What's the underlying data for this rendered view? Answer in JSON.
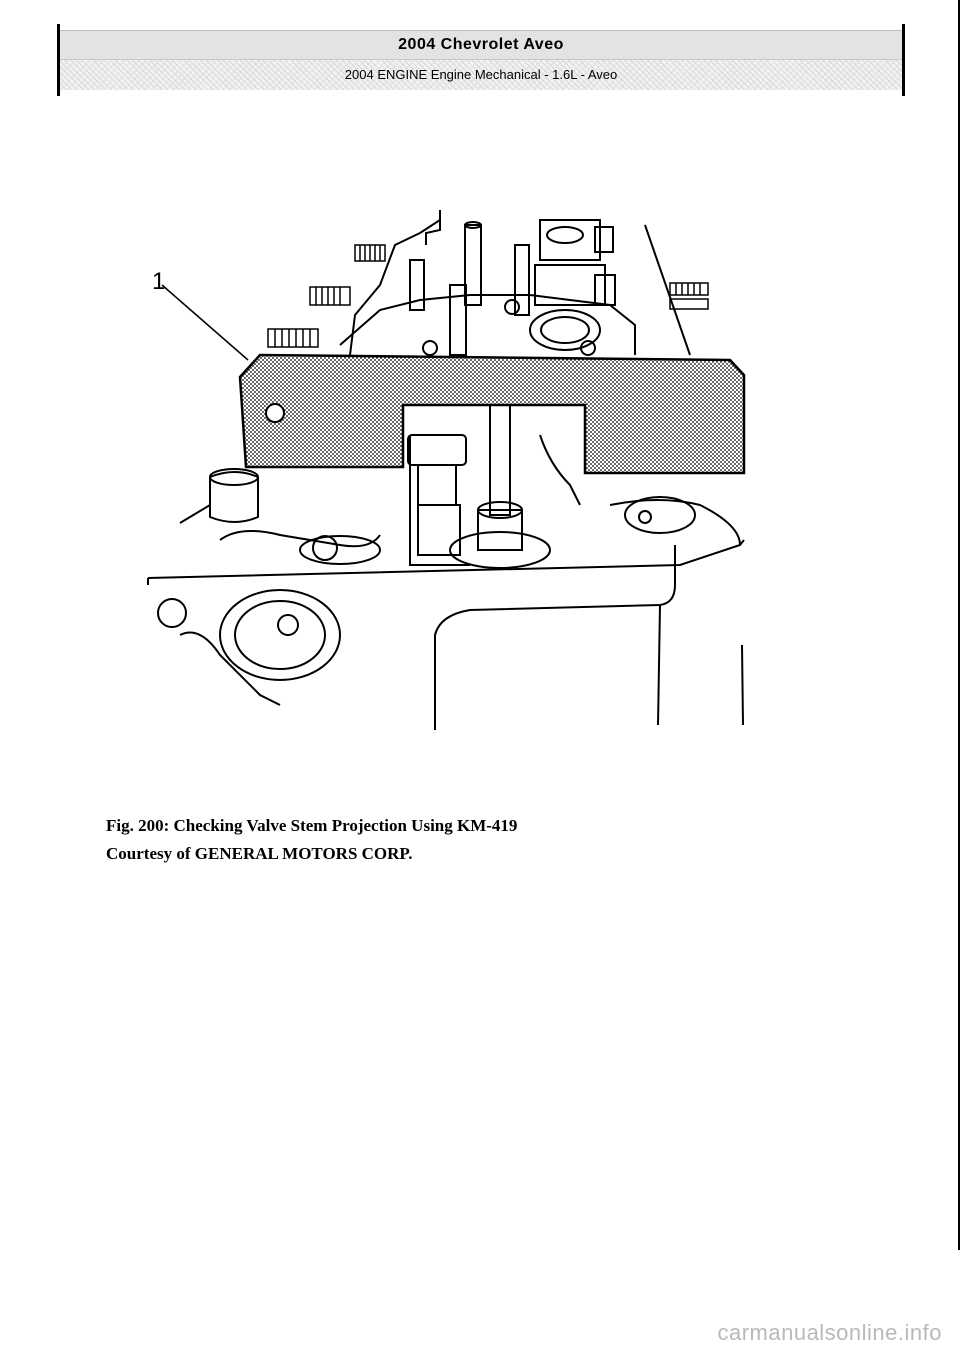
{
  "header": {
    "title": "2004 Chevrolet Aveo",
    "subtitle": "2004 ENGINE Engine Mechanical - 1.6L - Aveo"
  },
  "figure": {
    "callout": "1"
  },
  "caption": {
    "line1": "Fig. 200: Checking Valve Stem Projection Using KM-419",
    "line2": "Courtesy of GENERAL MOTORS CORP."
  },
  "watermark": "carmanualsonline.info"
}
